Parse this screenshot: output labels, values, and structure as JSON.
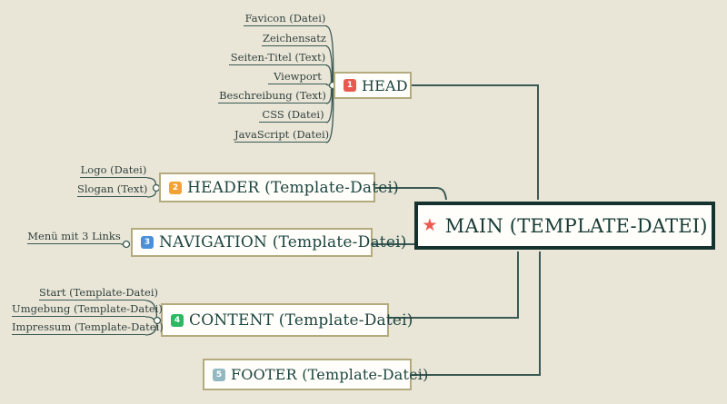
{
  "colors": {
    "background": "#e9e6d8",
    "node_border": "#b3ab7e",
    "node_background": "#fffefa",
    "main_border": "#16322e",
    "edge_line": "#3b5954",
    "text": "#1d4540",
    "star": "#ed5a52"
  },
  "main_node": {
    "label": "MAIN (TEMPLATE-DATEI)",
    "icon": "star-icon"
  },
  "branches": [
    {
      "label": "HEAD",
      "badge": "1",
      "badge_color": "#e85a50",
      "children": [
        "Favicon (Datei)",
        "Zeichensatz",
        "Seiten-Titel (Text)",
        "Viewport",
        "Beschreibung (Text)",
        "CSS (Datei)",
        "JavaScript (Datei)"
      ]
    },
    {
      "label": "HEADER (Template-Datei)",
      "badge": "2",
      "badge_color": "#f2a233",
      "children": [
        "Logo (Datei)",
        "Slogan (Text)"
      ]
    },
    {
      "label": "NAVIGATION (Template-Datei)",
      "badge": "3",
      "badge_color": "#4a90d9",
      "children": [
        "Menü mit 3 Links"
      ]
    },
    {
      "label": "CONTENT (Template-Datei)",
      "badge": "4",
      "badge_color": "#2eb863",
      "children": [
        "Start (Template-Datei)",
        "Umgebung (Template-Datei)",
        "Impressum (Template-Datei)"
      ]
    },
    {
      "label": "FOOTER (Template-Datei)",
      "badge": "5",
      "badge_color": "#92b9c1",
      "children": []
    }
  ]
}
